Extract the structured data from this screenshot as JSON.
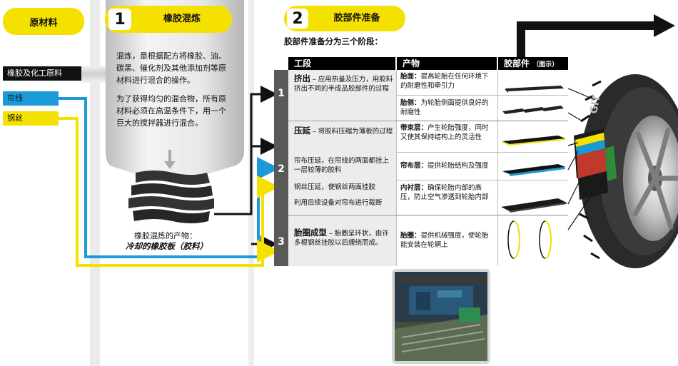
{
  "raw_materials": {
    "heading": "原材料",
    "rubber": "橡胶及化工原料",
    "cord": "帘线",
    "wire": "钢丝"
  },
  "step1": {
    "number": "1",
    "title": "橡胶混炼",
    "para1": "混炼，是根据配方将橡胶、油、碳黑、催化剂及其他添加剂等原材料进行混合的操作。",
    "para2": "为了获得均匀的混合物，所有原材料必须在高温条件下，用一个巨大的搅拌器进行混合。",
    "product_label": "橡胶混炼的产物：",
    "product_value": "冷却的橡胶板（胶料）"
  },
  "step2": {
    "number": "2",
    "title": "胶部件准备",
    "subtitle": "胶部件准备分为三个阶段：",
    "col_stage": "工段",
    "col_product": "产物",
    "col_part": "胶部件",
    "col_part_note": "（图示）",
    "stages": [
      {
        "num": "1",
        "title": "挤出",
        "desc": " – 应用热量及压力，用胶料挤出不同的半成品胶部件的过程",
        "products": [
          {
            "name": "胎面：",
            "desc": "提高轮胎在任何环境下的耐磨性和牵引力"
          },
          {
            "name": "胎侧：",
            "desc": "为轮胎侧面提供良好的耐磨性"
          }
        ]
      },
      {
        "num": "2",
        "title": "压延",
        "desc": " – 将胶料压缩为薄板的过程",
        "extra": [
          "帘布压延，在帘线的两面都挂上一层较薄的胶料",
          "钢丝压延，使钢丝两面挂胶",
          "利用后续设备对帘布进行裁断"
        ],
        "products": [
          {
            "name": "带束层：",
            "desc": "产生轮胎强度，同时又使其保持结构上的灵活性"
          },
          {
            "name": "帘布层：",
            "desc": "提供轮胎结构及强度"
          },
          {
            "name": "内衬层：",
            "desc": "确保轮胎内部的高压，防止空气渗透到轮胎内部"
          }
        ]
      },
      {
        "num": "3",
        "title": "胎圈成型",
        "desc": " – 胎圈呈环状，由许多根钢丝挂胶以后缠绕而成。",
        "products": [
          {
            "name": "胎圈：",
            "desc": "提供机械强度，使轮胎能安装在轮辋上"
          }
        ]
      }
    ]
  },
  "tire": {
    "brand_text": "GIT"
  },
  "colors": {
    "yellow": "#f5e100",
    "blue": "#1a9bd7",
    "gray": "#d9d9d9",
    "dark": "#1a1a1a"
  }
}
